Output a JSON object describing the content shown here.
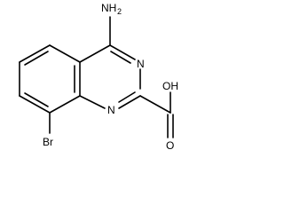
{
  "molecule": {
    "labels": {
      "amine": "NH",
      "amine_subscript": "2",
      "n3": "N",
      "n1": "N",
      "hydroxyl": "OH",
      "carbonyl_o": "O",
      "bromine": "Br"
    }
  }
}
